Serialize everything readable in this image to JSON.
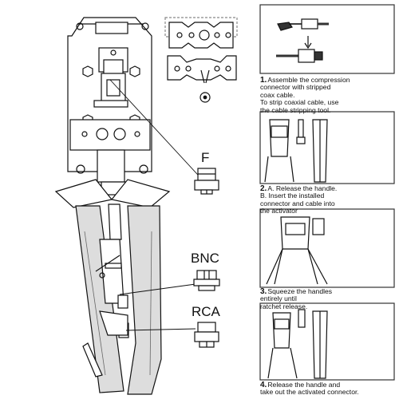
{
  "connectors": {
    "f": "F",
    "bnc": "BNC",
    "rca": "RCA"
  },
  "steps": [
    {
      "num": "1.",
      "lines": [
        "Assemble the compression",
        "connector with stripped",
        "coax cable.",
        "To strip coaxial cable, use",
        "the cable stripping tool."
      ]
    },
    {
      "num": "2.",
      "lines": [
        "A. Release the handle.",
        "B. Insert the installed",
        "connector and cable into",
        "the activator"
      ]
    },
    {
      "num": "3.",
      "lines": [
        "Squeeze the handles",
        "entirely until",
        "ratchet release."
      ]
    },
    {
      "num": "4.",
      "lines": [
        "Release the handle and",
        "take out the activated",
        "connector."
      ]
    }
  ],
  "colors": {
    "line": "#111111",
    "grip": "#dddddd",
    "panel_border": "#333333"
  }
}
